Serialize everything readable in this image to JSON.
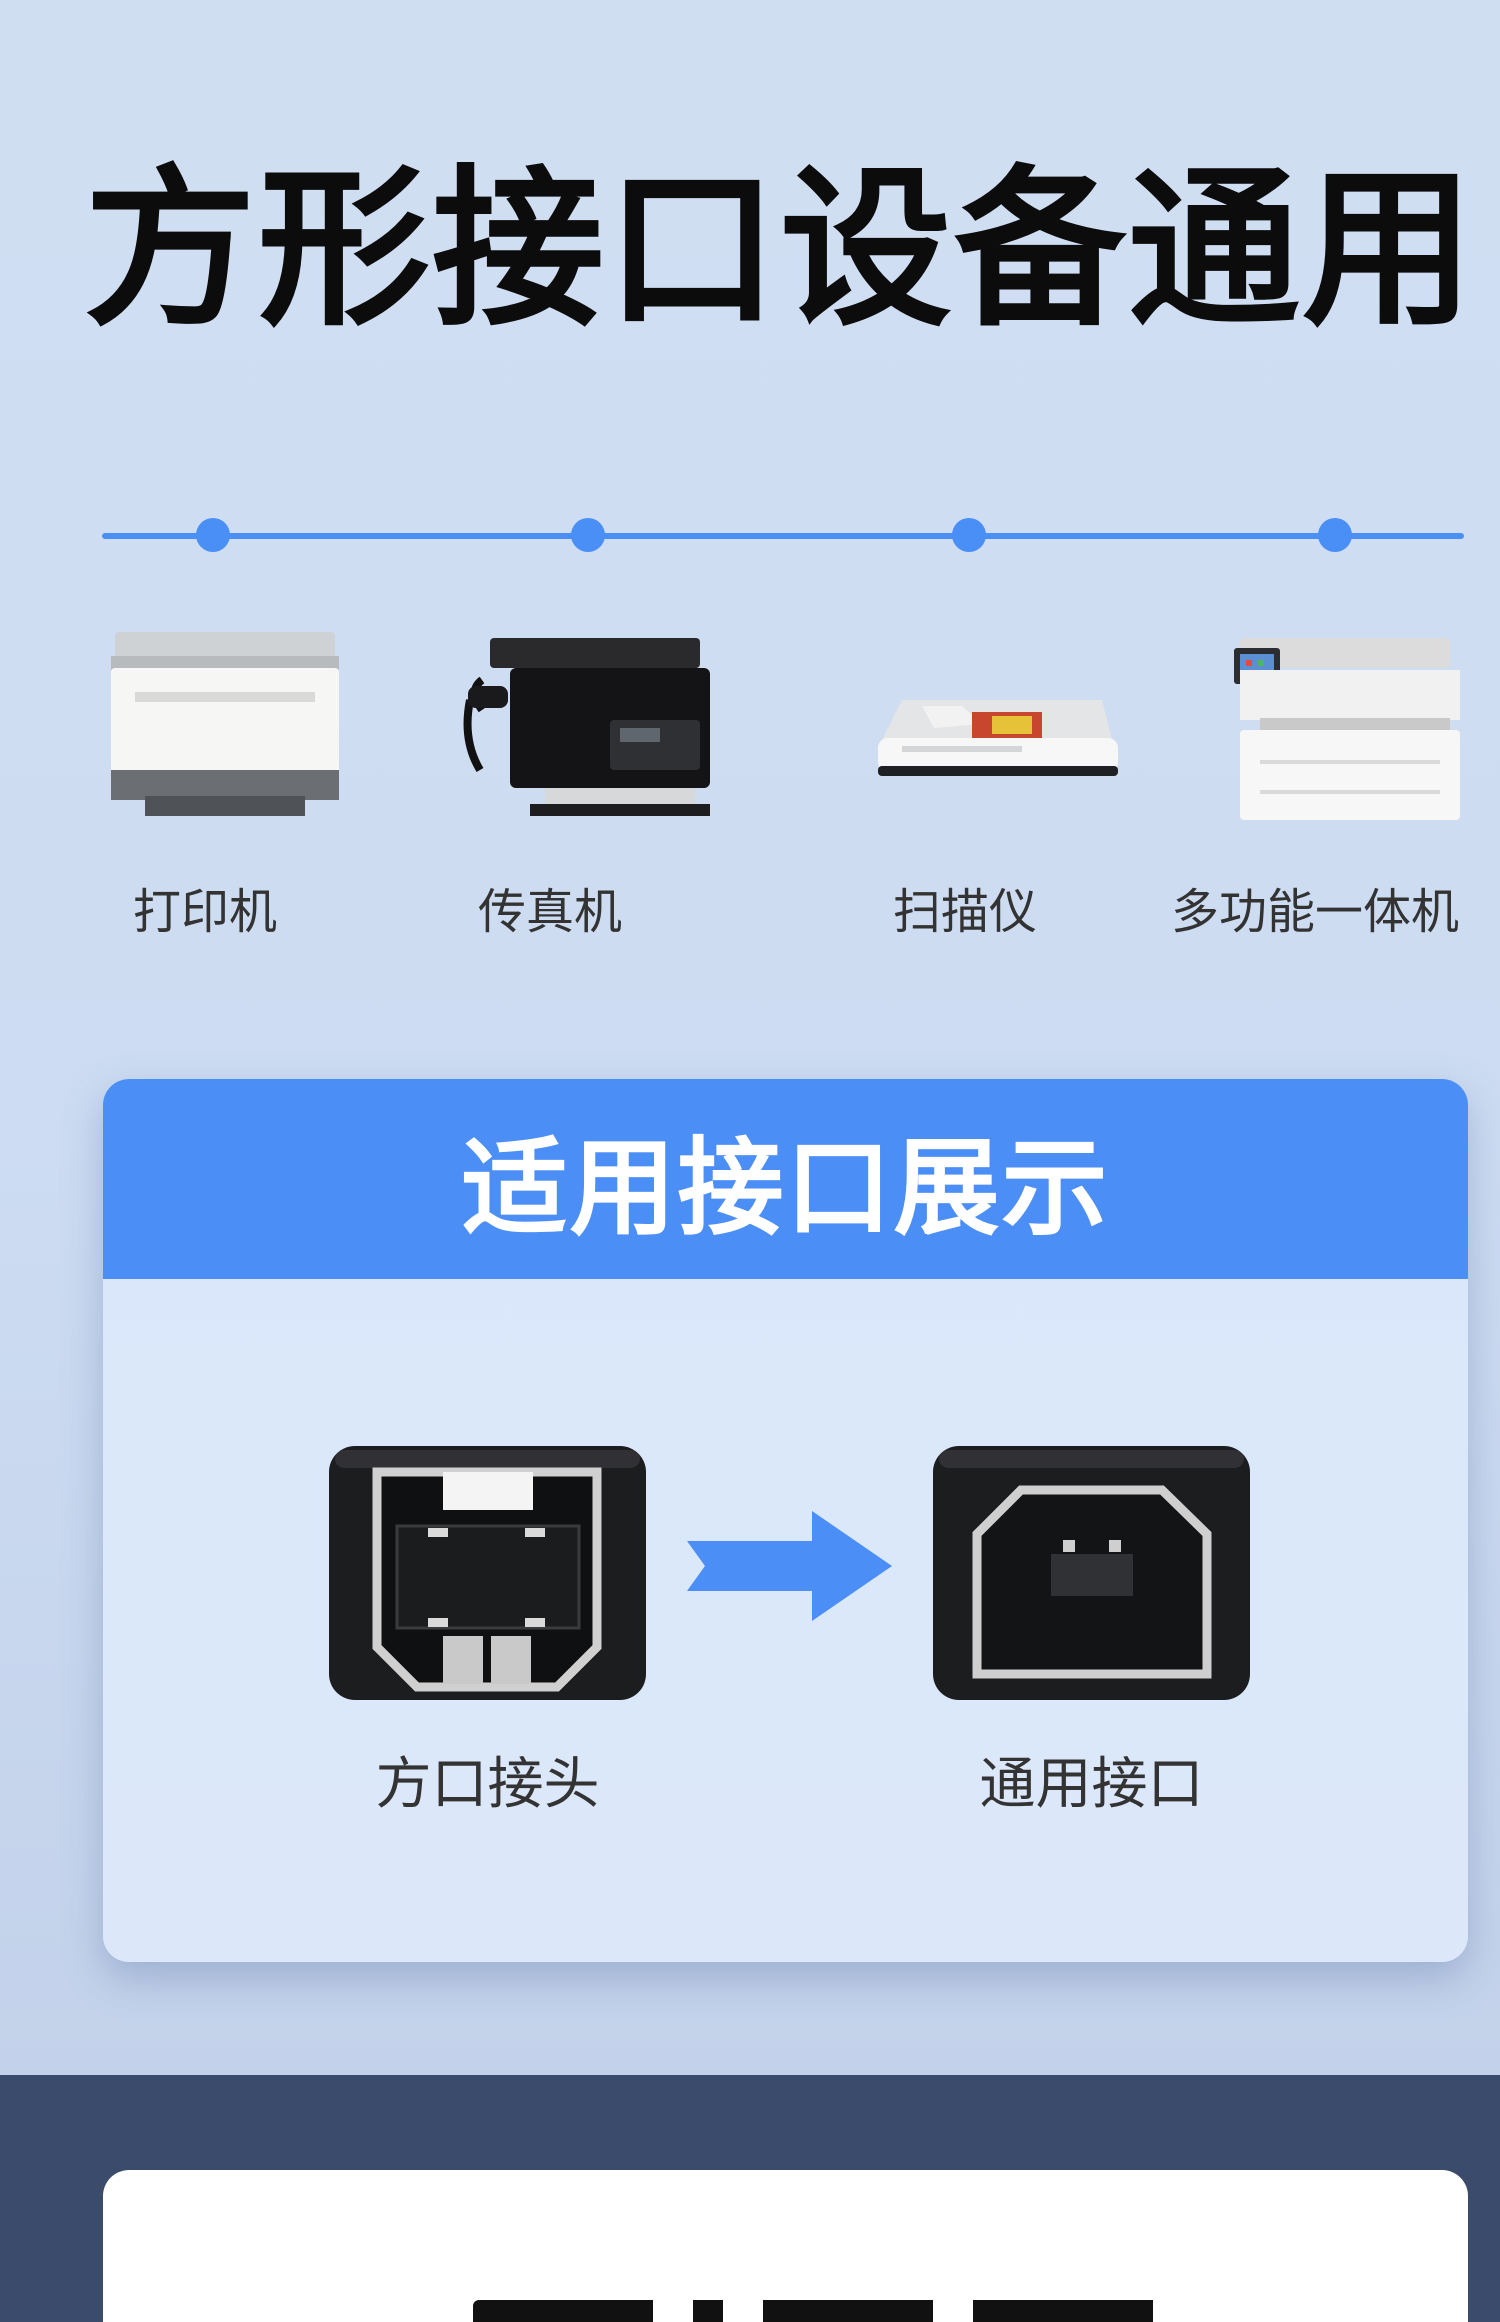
{
  "headline": "方形接口设备通用",
  "devices": [
    {
      "label": "打印机",
      "icon": "printer-icon"
    },
    {
      "label": "传真机",
      "icon": "fax-machine-icon"
    },
    {
      "label": "扫描仪",
      "icon": "scanner-icon"
    },
    {
      "label": "多功能一体机",
      "icon": "multifunction-printer-icon"
    }
  ],
  "interface_card": {
    "title": "适用接口展示",
    "plug_label": "方口接头",
    "port_label": "通用接口"
  },
  "colors": {
    "accent": "#4b8ef5",
    "page_background": "#d0def2",
    "card_background": "#dce8fa",
    "dark_band": "#3b4b6c",
    "connector_body": "#1c1d1f"
  }
}
